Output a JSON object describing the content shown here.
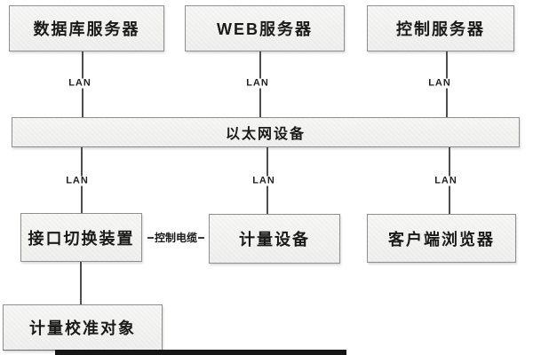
{
  "diagram": {
    "type": "network-topology",
    "nodes": {
      "db_server": "数据库服务器",
      "web_server": "WEB服务器",
      "control_server": "控制服务器",
      "ethernet": "以太网设备",
      "interface_switch": "接口切换装置",
      "metering_device": "计量设备",
      "client_browser": "客户端浏览器",
      "calibration_object": "计量校准对象"
    },
    "labels": {
      "lan": "LAN",
      "control_cable": "控制电缆"
    },
    "edges": [
      {
        "from": "db_server",
        "to": "ethernet",
        "label": "LAN"
      },
      {
        "from": "web_server",
        "to": "ethernet",
        "label": "LAN"
      },
      {
        "from": "control_server",
        "to": "ethernet",
        "label": "LAN"
      },
      {
        "from": "ethernet",
        "to": "interface_switch",
        "label": "LAN"
      },
      {
        "from": "ethernet",
        "to": "metering_device",
        "label": "LAN"
      },
      {
        "from": "ethernet",
        "to": "client_browser",
        "label": "LAN"
      },
      {
        "from": "interface_switch",
        "to": "metering_device",
        "label": "控制电缆"
      },
      {
        "from": "interface_switch",
        "to": "calibration_object",
        "label": ""
      }
    ],
    "colors": {
      "background": "#ffffff",
      "box_fill": "#f3f3f1",
      "box_border": "#8f8f8f",
      "line": "#4d4d4d",
      "text": "#1a1a1a",
      "bottom_bar": "#161616"
    }
  }
}
